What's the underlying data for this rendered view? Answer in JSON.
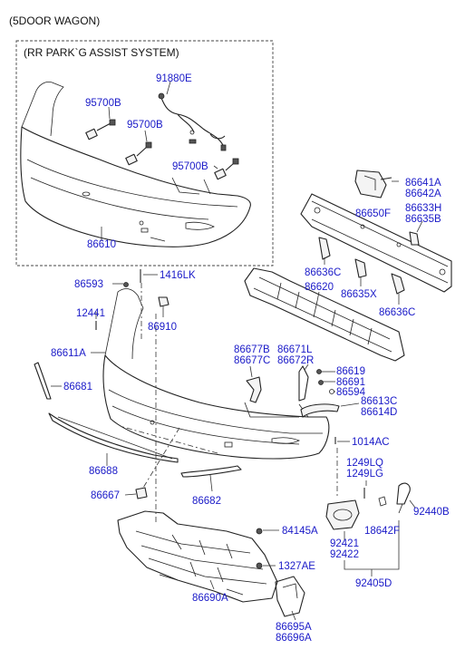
{
  "header": {
    "variant": "(5DOOR WAGON)",
    "inset_title": "(RR PARK`G ASSIST SYSTEM)"
  },
  "labels": {
    "p91880E": "91880E",
    "p95700B_1": "95700B",
    "p95700B_2": "95700B",
    "p95700B_3": "95700B",
    "p86610": "86610",
    "p86641A": "86641A",
    "p86642A": "86642A",
    "p86650F": "86650F",
    "p86633H": "86633H",
    "p86635B": "86635B",
    "p86636C_1": "86636C",
    "p86635X": "86635X",
    "p86636C_2": "86636C",
    "p86620": "86620",
    "p86593": "86593",
    "p1416LK": "1416LK",
    "p12441": "12441",
    "p86910": "86910",
    "p86611A": "86611A",
    "p86677B": "86677B",
    "p86677C": "86677C",
    "p86671L": "86671L",
    "p86672R": "86672R",
    "p86619": "86619",
    "p86691": "86691",
    "p86594": "86594",
    "p86613C": "86613C",
    "p86614D": "86614D",
    "p86681": "86681",
    "p1014AC": "1014AC",
    "p86688": "86688",
    "p1249LQ": "1249LQ",
    "p1249LG": "1249LG",
    "p86667": "86667",
    "p86682": "86682",
    "p92440B": "92440B",
    "p84145A": "84145A",
    "p18642F": "18642F",
    "p92421": "92421",
    "p92422": "92422",
    "p1327AE": "1327AE",
    "p92405D": "92405D",
    "p86690A": "86690A",
    "p86695A": "86695A",
    "p86696A": "86696A"
  }
}
